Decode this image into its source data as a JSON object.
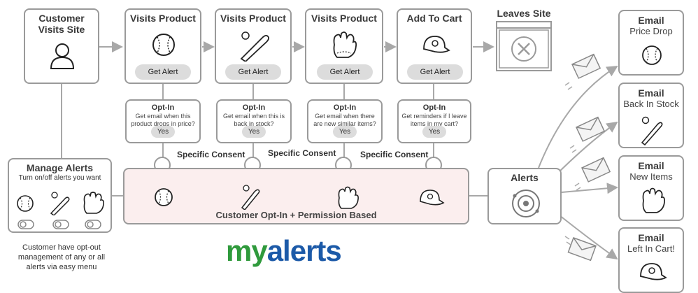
{
  "nodes": {
    "start": {
      "title_line1": "Customer",
      "title_line2": "Visits Site"
    },
    "visit1": {
      "title": "Visits Product",
      "button": "Get Alert"
    },
    "visit2": {
      "title": "Visits Product",
      "button": "Get Alert"
    },
    "visit3": {
      "title": "Visits Product",
      "button": "Get Alert"
    },
    "cart": {
      "title": "Add To Cart",
      "button": "Get Alert"
    },
    "leaves": {
      "title": "Leaves Site"
    }
  },
  "optins": [
    {
      "title": "Opt-In",
      "line1": "Get email when this",
      "line2": "product drops in price?",
      "yes": "Yes"
    },
    {
      "title": "Opt-In",
      "line1": "Get email when this is",
      "line2": "back in stock?",
      "yes": "Yes"
    },
    {
      "title": "Opt-In",
      "line1": "Get email when there",
      "line2": "are new similar items?",
      "yes": "Yes"
    },
    {
      "title": "Opt-In",
      "line1": "Get reminders if I leave",
      "line2": "items in my cart?",
      "yes": "Yes"
    }
  ],
  "consent_labels": [
    "Specific Consent",
    "Specific Consent",
    "Specific Consent"
  ],
  "permission_bar": {
    "label": "Customer Opt-In + Permission Based"
  },
  "manage": {
    "title": "Manage Alerts",
    "subtitle": "Turn on/off alerts you want"
  },
  "alerts": {
    "title": "Alerts"
  },
  "emails": [
    {
      "title": "Email",
      "subtitle": "Price Drop"
    },
    {
      "title": "Email",
      "subtitle": "Back In Stock"
    },
    {
      "title": "Email",
      "subtitle": "New Items"
    },
    {
      "title": "Email",
      "subtitle": "Left In Cart!"
    }
  ],
  "note": {
    "line1": "Customer have opt-out",
    "line2": "management of any or all",
    "line3": "alerts via easy menu"
  },
  "logo": {
    "part1": "my",
    "part2": "alerts",
    "color_green": "#2f9a3c",
    "color_blue": "#1c5aa8"
  },
  "colors": {
    "border": "#9a9a9a",
    "bar_fill": "#fbeeee",
    "line": "#a8a8a8"
  }
}
